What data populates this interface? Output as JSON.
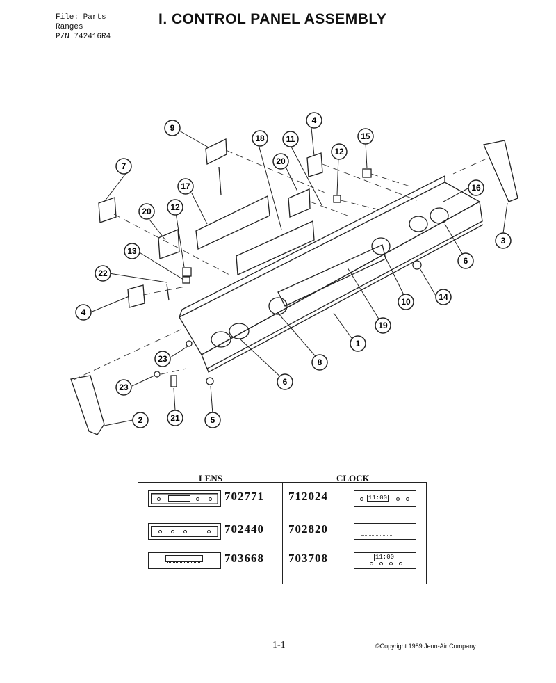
{
  "header": {
    "file_line1": "File: Parts",
    "file_line2": "Ranges",
    "file_line3": "P/N 742416R4",
    "title": "I. CONTROL PANEL ASSEMBLY"
  },
  "callouts": [
    "1",
    "2",
    "3",
    "4",
    "4",
    "5",
    "6",
    "6",
    "7",
    "8",
    "9",
    "10",
    "11",
    "12",
    "12",
    "13",
    "14",
    "15",
    "16",
    "17",
    "18",
    "19",
    "20",
    "20",
    "21",
    "22",
    "23",
    "23"
  ],
  "table": {
    "lens_heading": "LENS",
    "clock_heading": "CLOCK",
    "rows": [
      {
        "lens_part": "702771",
        "clock_part": "712024",
        "clock_display": "11:00"
      },
      {
        "lens_part": "702440",
        "clock_part": "702820",
        "clock_display": ""
      },
      {
        "lens_part": "703668",
        "clock_part": "703708",
        "clock_display": "11:00"
      }
    ]
  },
  "footer": {
    "page": "1-1",
    "copyright": "©Copyright 1989 Jenn-Air Company"
  }
}
